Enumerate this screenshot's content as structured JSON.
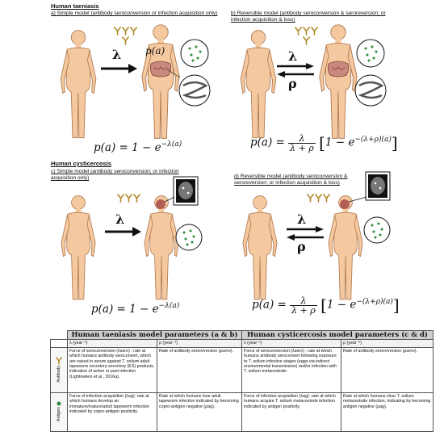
{
  "taeniasis_section": "Human taeniasis",
  "cysticercosis_section": "Human cysticercosis",
  "panels": {
    "a": {
      "caption": "a) Simple model (antibody seroconversion or infection acquisition only)",
      "rate": "λ",
      "pa_label": "p(a)"
    },
    "b": {
      "caption": "b) Reversible model (antibody seroconversion & seroreversion; or infection acquisition & loss)",
      "rate_forward": "λ",
      "rate_back": "ρ"
    },
    "c": {
      "caption": "c) Simple model (antibody seroconversion; or infection acquisition only)",
      "rate": "λ"
    },
    "d": {
      "caption": "d) Reversible  model (antibody seroconversion & seroreversion; or infection acquisition & loss)",
      "rate_forward": "λ",
      "rate_back": "ρ"
    }
  },
  "formulas": {
    "simple_lhs": "p(a) = 1 − e",
    "simple_exp": "−λ(a)",
    "rev_lhs": "p(a) =",
    "rev_num": "λ",
    "rev_den": "λ + ρ",
    "rev_mid": "1 − e",
    "rev_exp": "−(λ+ρ)(a)"
  },
  "table": {
    "group1": "Human taeniasis model parameters (a & b)",
    "group2": "Human cysticercosis model parameters (c & d)",
    "col_lambda": "λ (year⁻¹)",
    "col_rho": "ρ (year⁻¹)",
    "row_antibody": "Antibody",
    "row_antigen": "Antigen",
    "t_ab_lambda": "Force of seroconversion (λsero) : rate at which humans antibody seroconvert, which are raised in serum against T. solium adult tapeworm excretory-secretory (ES) products, indicative of active or past infection (Lightowlers et al., 2016a).",
    "t_ab_rho": "Rate of antibody seroreversion (ρsero).",
    "c_ab_lambda": "Force of seroconversion (λsero) : rate at which humans antibody seroconvert following exposure to T. solium infective stages (eggs via indirect environmental transmission) and/or infection with T. solium metacestode.",
    "c_ab_rho": "Rate of antibody seroreversion (ρsero).",
    "t_ag_lambda": "Force of infection acquisition (λag): rate at which humans develop an immature/mature/adult tapeworm infection indicated by copro-antigen positivity.",
    "t_ag_rho": "Rate at which humans lose adult tapeworm infection indicated by becoming copro-antigen negative (ρag).",
    "c_ag_lambda": "Force of infection acquisition (λag): rate at which humans acquire T. solium metacestode infection indicated by antigen positivity.",
    "c_ag_rho": "Rate at which humans clear T. solium metacestode infection, indicating by becoming antigen negative (ρag)."
  },
  "colors": {
    "skin": "#f5c9a0",
    "skin_stroke": "#b07a52",
    "antibody": "#b08a2a",
    "antigen": "#2e8b3a",
    "gut": "#c9897f"
  }
}
